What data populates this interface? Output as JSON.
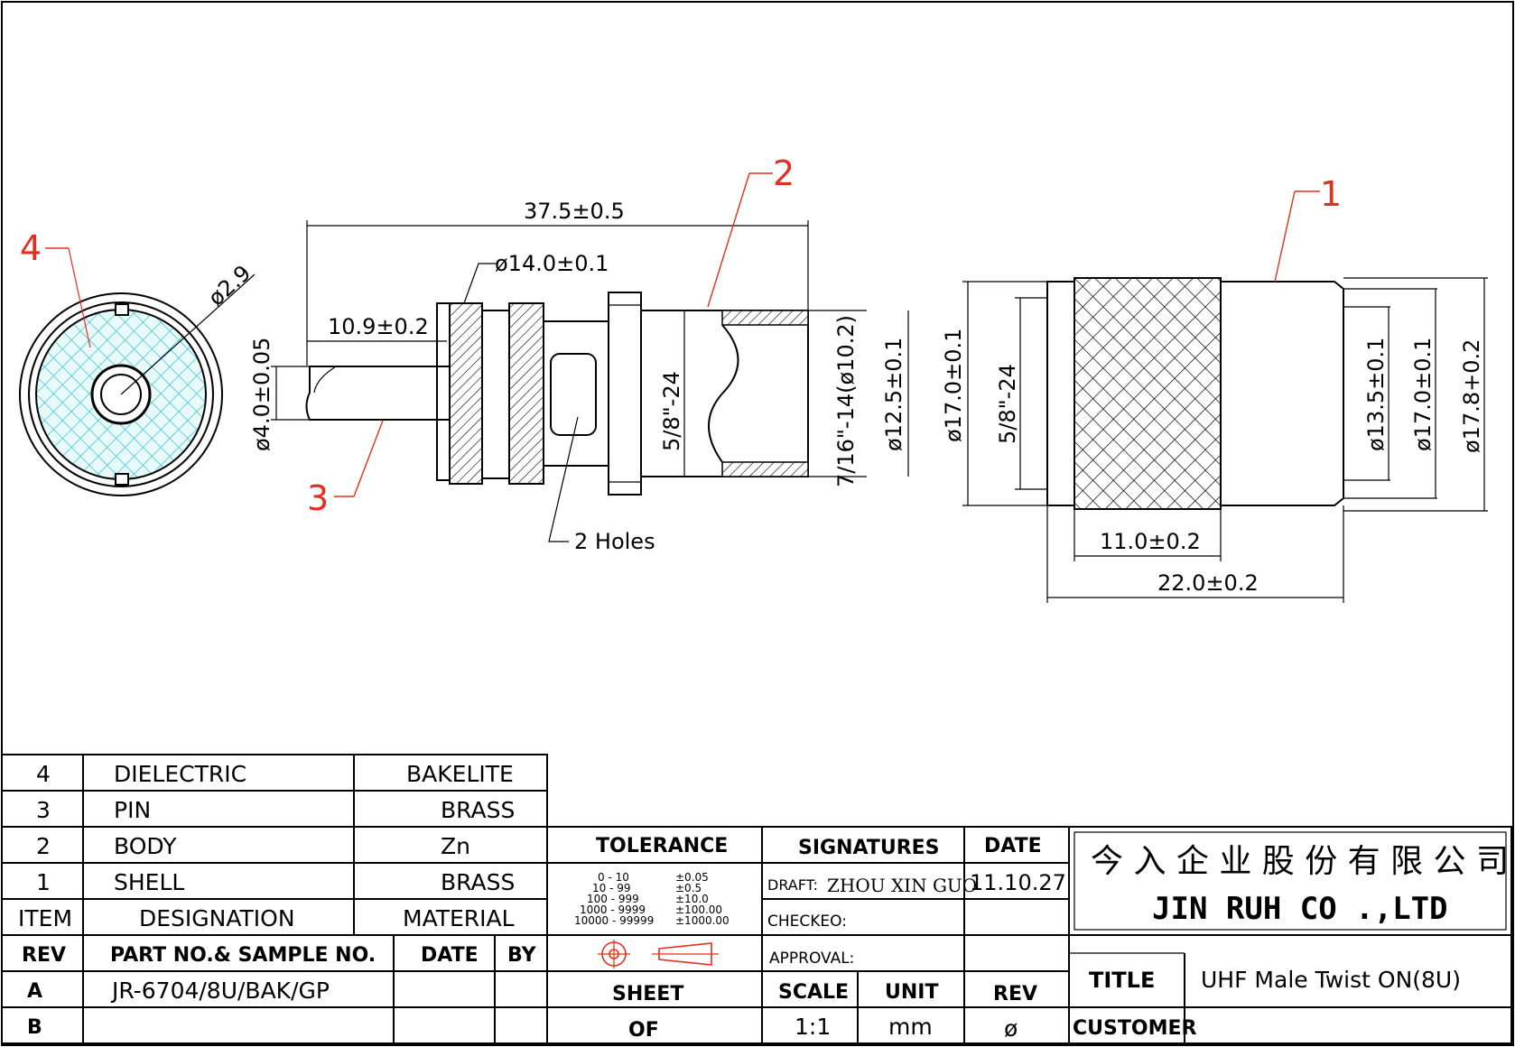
{
  "callouts": [
    "1",
    "2",
    "3",
    "4"
  ],
  "dimensions": {
    "overall_length": "37.5±0.5",
    "nut_diameter": "ø14.0±0.1",
    "pin_length": "10.9±0.2",
    "pin_diameter": "ø4.0±0.05",
    "insulator_hole": "ø2.9",
    "body_thread": "5/8\"-24",
    "cable_thread": "7/16\"-14(ø10.2)",
    "body_diameter": "ø12.5±0.1",
    "holes_note": "2 Holes",
    "shell_od": "ø17.0±0.1",
    "shell_thread": "5/8\"-24",
    "shell_inner": "ø13.5±0.1",
    "shell_od_2": "ø17.0±0.1",
    "shell_max": "ø17.8+0.2",
    "knurl_length": "11.0±0.2",
    "shell_length": "22.0±0.2"
  },
  "bom": {
    "rows": [
      {
        "item": "4",
        "designation": "DIELECTRIC",
        "material": "BAKELITE"
      },
      {
        "item": "3",
        "designation": "PIN",
        "material": "BRASS"
      },
      {
        "item": "2",
        "designation": "BODY",
        "material": "Zn"
      },
      {
        "item": "1",
        "designation": "SHELL",
        "material": "BRASS"
      }
    ],
    "headers": {
      "item": "ITEM",
      "designation": "DESIGNATION",
      "material": "MATERIAL"
    }
  },
  "revision": {
    "headers": {
      "rev": "REV",
      "part": "PART NO.& SAMPLE NO.",
      "date": "DATE",
      "by": "BY"
    },
    "rows": [
      {
        "rev": "A",
        "part": "JR-6704/8U/BAK/GP",
        "date": "",
        "by": ""
      },
      {
        "rev": "B",
        "part": "",
        "date": "",
        "by": ""
      }
    ]
  },
  "tolerance": {
    "title": "TOLERANCE",
    "ranges": [
      "0 - 10",
      "10 - 99",
      "100 - 999",
      "1000 - 9999",
      "10000 - 99999"
    ],
    "values": [
      "±0.05",
      "±0.5",
      "±10.0",
      "±100.00",
      "±1000.00"
    ]
  },
  "signatures": {
    "title": "SIGNATURES",
    "date_header": "DATE",
    "draft_label": "DRAFT:",
    "draft_name": "ZHOU XIN GUO",
    "draft_date": "11.10.27",
    "checked_label": "CHECKEO:",
    "approval_label": "APPROVAL:"
  },
  "sheet": {
    "sheet_label": "SHEET",
    "of_label": "OF"
  },
  "scale": {
    "scale_label": "SCALE",
    "unit_label": "UNIT",
    "rev_label": "REV",
    "scale_value": "1:1",
    "unit_value": "mm",
    "rev_value": "ø"
  },
  "company": {
    "name_cn": "今 入 企 业 股 份 有 限 公 司",
    "name_en": "JIN RUH CO .,LTD"
  },
  "title_block": {
    "title_label": "TITLE",
    "title_value": "UHF Male Twist ON(8U)",
    "customer_label": "CUSTOMER",
    "customer_value": ""
  },
  "colors": {
    "callout": "#e03020",
    "dielectric": "#7fdde4",
    "line": "#000000"
  }
}
